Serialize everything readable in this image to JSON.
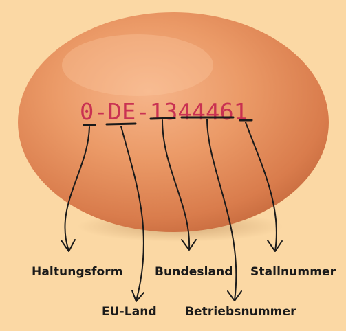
{
  "stamp_code": "0-DE-1344461",
  "labels": {
    "haltungsform": "Haltungsform",
    "eu_land": "EU-Land",
    "bundesland": "Bundesland",
    "betriebsnummer": "Betriebsnummer",
    "stallnummer": "Stallnummer"
  },
  "colors": {
    "background": "#fbd8a4",
    "egg_shell": "#e79565",
    "stamp_ink": "#c6284f",
    "label_text": "#1a1a1a"
  }
}
